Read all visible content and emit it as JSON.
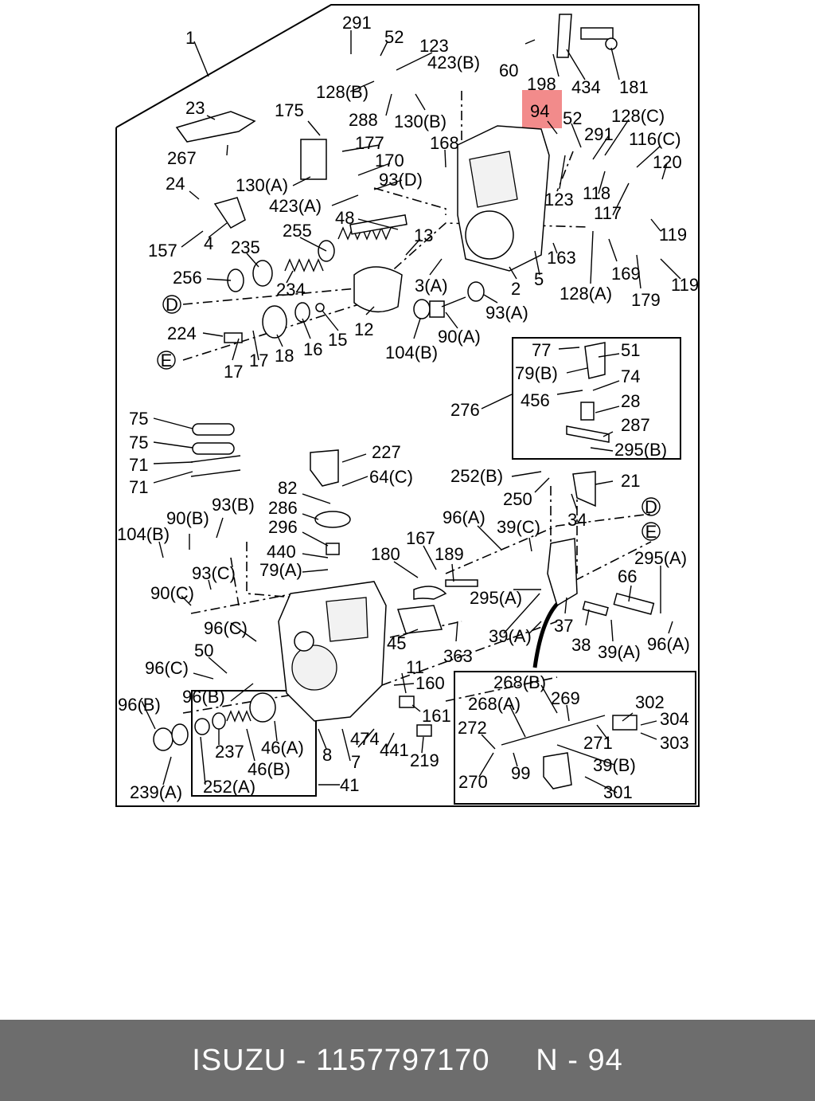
{
  "diagram": {
    "highlighted_label": "94",
    "circle_labels": [
      "D",
      "E",
      "D",
      "E"
    ],
    "labels": [
      "1",
      "291",
      "52",
      "123",
      "423(B)",
      "60",
      "198",
      "434",
      "181",
      "128(B)",
      "288",
      "130(B)",
      "94",
      "52",
      "128(C)",
      "291",
      "116(C)",
      "120",
      "23",
      "175",
      "168",
      "177",
      "170",
      "130(A)",
      "93(D)",
      "123",
      "118",
      "267",
      "24",
      "423(A)",
      "48",
      "117",
      "119",
      "13",
      "255",
      "157",
      "4",
      "235",
      "256",
      "234",
      "3(A)",
      "2",
      "5",
      "163",
      "128(A)",
      "169",
      "119",
      "179",
      "93(A)",
      "104(B)",
      "90(A)",
      "12",
      "224",
      "15",
      "16",
      "18",
      "17",
      "17",
      "77",
      "51",
      "79(B)",
      "74",
      "456",
      "28",
      "276",
      "287",
      "295(B)",
      "75",
      "75",
      "71",
      "71",
      "227",
      "64(C)",
      "252(B)",
      "21",
      "250",
      "34",
      "82",
      "286",
      "93(B)",
      "90(B)",
      "104(B)",
      "296",
      "96(A)",
      "39(C)",
      "440",
      "79(A)",
      "167",
      "180",
      "189",
      "66",
      "295(A)",
      "93(C)",
      "90(C)",
      "295(A)",
      "96(C)",
      "37",
      "38",
      "39(A)",
      "96(A)",
      "39(A)",
      "45",
      "363",
      "50",
      "96(C)",
      "11",
      "160",
      "96(B)",
      "96(B)",
      "161",
      "268(B)",
      "268(A)",
      "269",
      "302",
      "304",
      "303",
      "272",
      "270",
      "99",
      "271",
      "39(B)",
      "301",
      "237",
      "46(A)",
      "8",
      "474",
      "441",
      "219",
      "46(B)",
      "7",
      "41",
      "239(A)",
      "252(A)"
    ]
  },
  "footer": {
    "brand": "ISUZU",
    "part_number": "1157797170",
    "ref": "N - 94",
    "text": "ISUZU - 1157797170     N - 94"
  }
}
